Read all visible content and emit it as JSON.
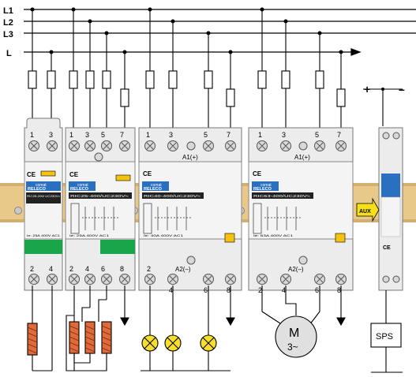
{
  "lines": {
    "l1": "L1",
    "l2": "L2",
    "l3": "L3",
    "l": "L"
  },
  "supply": {
    "plus": "+",
    "minus": "–",
    "aux": "AUX"
  },
  "labels": {
    "ce": "CE",
    "brand_top": "comat",
    "brand_bottom": "RELECO",
    "m1_model": "RIC25-200/ UC230V≈",
    "m1_rating": "Ie: 25A 400V AC1",
    "m2_model": "RIC25-400/UC230V≈",
    "m2_rating": "Ie: 25A 400V AC1",
    "m3_model": "RIC40-400/UC230V≈",
    "m3_rating": "Ie: 40A 400V AC1",
    "m4_model": "RIC63-400/UC230V≈",
    "m4_rating": "Ie: 63A 400V AC1",
    "a1": "A1(+)",
    "a2": "A2(–)",
    "motor": "M",
    "motor_phase": "3~",
    "sps": "SPS"
  },
  "terminals": {
    "m1_top": [
      "1",
      "3"
    ],
    "m1_bottom": [
      "2",
      "4"
    ],
    "m2_top": [
      "1",
      "3",
      "5",
      "7"
    ],
    "m2_bottom": [
      "2",
      "4",
      "6",
      "8"
    ],
    "m3_top": [
      "1",
      "3",
      "5",
      "7"
    ],
    "m3_bottom": [
      "2",
      "4",
      "6",
      "8"
    ],
    "m4_top": [
      "1",
      "3",
      "5",
      "7"
    ],
    "m4_bottom": [
      "2",
      "4",
      "6",
      "8"
    ]
  },
  "colors": {
    "rail": "#e8c98a",
    "green": "#19a64a",
    "yellow": "#f6c210",
    "coil": "#e06a3a",
    "lamp": "#f8e02a",
    "blue": "#2b6fc0"
  }
}
